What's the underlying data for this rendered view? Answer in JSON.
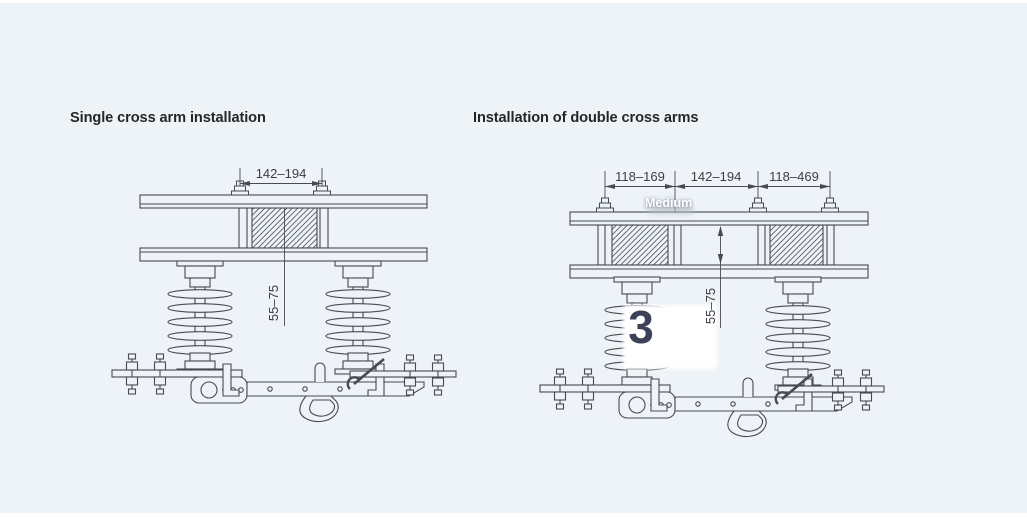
{
  "page": {
    "background_color": "#eef3f8",
    "line_color": "#474b51"
  },
  "left_diagram": {
    "title": "Single cross arm installation",
    "dim_top": "142–194",
    "dim_vertical": "55–75"
  },
  "right_diagram": {
    "title": "Installation of double cross arms",
    "dim_left": "118–169",
    "dim_center": "142–194",
    "dim_right": "118–469",
    "dim_vertical": "55–75",
    "watermark": "Medium",
    "overlay_number": "3"
  }
}
